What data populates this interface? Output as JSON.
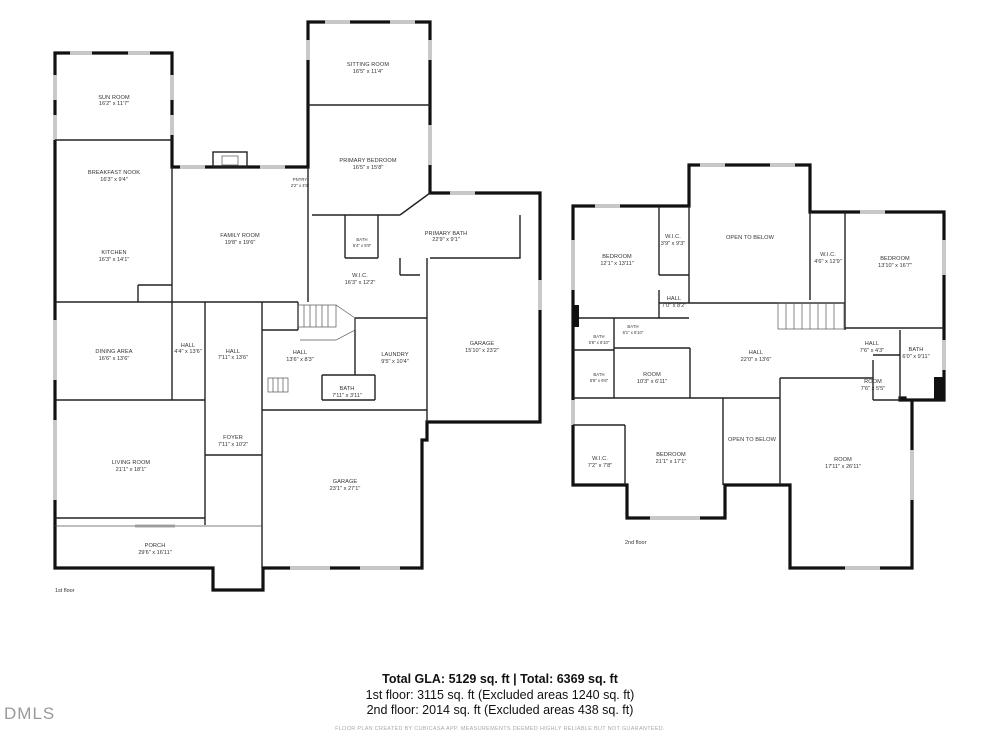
{
  "floors": {
    "first": {
      "label": "1st floor",
      "rooms": [
        {
          "id": "sun-room",
          "name": "SUN ROOM",
          "dims": "16'2\" x 11'7\""
        },
        {
          "id": "breakfast-nook",
          "name": "BREAKFAST NOOK",
          "dims": "16'3\" x 9'4\""
        },
        {
          "id": "kitchen",
          "name": "KITCHEN",
          "dims": "16'3\" x 14'1\""
        },
        {
          "id": "family-room",
          "name": "FAMILY ROOM",
          "dims": "19'8\" x 19'6\""
        },
        {
          "id": "sitting-room",
          "name": "SITTING ROOM",
          "dims": "16'5\" x 11'4\""
        },
        {
          "id": "primary-bedroom",
          "name": "PRIMARY BEDROOM",
          "dims": "16'5\" x 15'8\""
        },
        {
          "id": "bath-small",
          "name": "BATH",
          "dims": "5'4\" x 5'9\""
        },
        {
          "id": "primary-bath",
          "name": "PRIMARY BATH",
          "dims": "22'9\" x 9'1\""
        },
        {
          "id": "wic-primary",
          "name": "W.I.C.",
          "dims": "16'3\" x 12'2\""
        },
        {
          "id": "dining-area",
          "name": "DINING AREA",
          "dims": "16'6\" x 13'6\""
        },
        {
          "id": "hall-a",
          "name": "HALL",
          "dims": "4'4\" x 13'6\""
        },
        {
          "id": "hall-b",
          "name": "HALL",
          "dims": "7'11\" x 13'6\""
        },
        {
          "id": "hall-c",
          "name": "HALL",
          "dims": "13'6\" x 8'3\""
        },
        {
          "id": "laundry",
          "name": "LAUNDRY",
          "dims": "9'5\" x 10'4\""
        },
        {
          "id": "garage-a",
          "name": "GARAGE",
          "dims": "15'10\" x 23'2\""
        },
        {
          "id": "bath-hall",
          "name": "BATH",
          "dims": "7'11\" x 3'11\""
        },
        {
          "id": "living-room",
          "name": "LIVING ROOM",
          "dims": "21'1\" x 18'1\""
        },
        {
          "id": "foyer",
          "name": "FOYER",
          "dims": "7'11\" x 10'2\""
        },
        {
          "id": "garage-b",
          "name": "GARAGE",
          "dims": "23'1\" x 27'1\""
        },
        {
          "id": "porch",
          "name": "PORCH",
          "dims": "29'6\" x 16'11\""
        },
        {
          "id": "pantry",
          "name": "PNTRY",
          "dims": "2'2\" x 4'5\""
        }
      ]
    },
    "second": {
      "label": "2nd floor",
      "rooms": [
        {
          "id": "bedroom-1",
          "name": "BEDROOM",
          "dims": "12'1\" x 13'11\""
        },
        {
          "id": "wic-1",
          "name": "W.I.C.",
          "dims": "3'9\" x 9'3\""
        },
        {
          "id": "open-below-1",
          "name": "OPEN TO BELOW",
          "dims": ""
        },
        {
          "id": "wic-2",
          "name": "W.I.C.",
          "dims": "4'6\" x 12'9\""
        },
        {
          "id": "bedroom-2",
          "name": "BEDROOM",
          "dims": "13'10\" x 16'7\""
        },
        {
          "id": "hall-2a",
          "name": "HALL",
          "dims": "7'0\" x 8'2\""
        },
        {
          "id": "bath-2a",
          "name": "BATH",
          "dims": "5'8\" x 6'10\""
        },
        {
          "id": "bath-2b",
          "name": "BATH",
          "dims": "6'1\" x 5'10\""
        },
        {
          "id": "bath-2c",
          "name": "BATH",
          "dims": "5'8\" x 6'6\""
        },
        {
          "id": "room-1",
          "name": "ROOM",
          "dims": "10'3\" x 6'11\""
        },
        {
          "id": "hall-2b",
          "name": "HALL",
          "dims": "22'0\" x 13'6\""
        },
        {
          "id": "hall-2c",
          "name": "HALL",
          "dims": "7'6\" x 4'3\""
        },
        {
          "id": "bath-2d",
          "name": "BATH",
          "dims": "6'0\" x 9'11\""
        },
        {
          "id": "room-2",
          "name": "ROOM",
          "dims": "7'6\" x 5'5\""
        },
        {
          "id": "wic-3",
          "name": "W.I.C.",
          "dims": "7'2\" x 7'8\""
        },
        {
          "id": "bedroom-3",
          "name": "BEDROOM",
          "dims": "21'1\" x 17'1\""
        },
        {
          "id": "open-below-2",
          "name": "OPEN TO BELOW",
          "dims": ""
        },
        {
          "id": "room-3",
          "name": "ROOM",
          "dims": "17'11\" x 26'11\""
        }
      ]
    }
  },
  "summary": {
    "total": "Total GLA: 5129 sq. ft | Total: 6369 sq. ft",
    "first_floor": "1st floor: 3115 sq. ft (Excluded areas 1240 sq. ft)",
    "second_floor": "2nd floor: 2014 sq. ft (Excluded areas 438 sq. ft)"
  },
  "disclaimer": "FLOOR PLAN CREATED BY CUBICASA APP. MEASUREMENTS DEEMED HIGHLY RELIABLE BUT NOT GUARANTEED.",
  "logo_text": "DMLS",
  "colors": {
    "wall": "#111111",
    "window": "#c8c8c8",
    "text": "#333333"
  }
}
